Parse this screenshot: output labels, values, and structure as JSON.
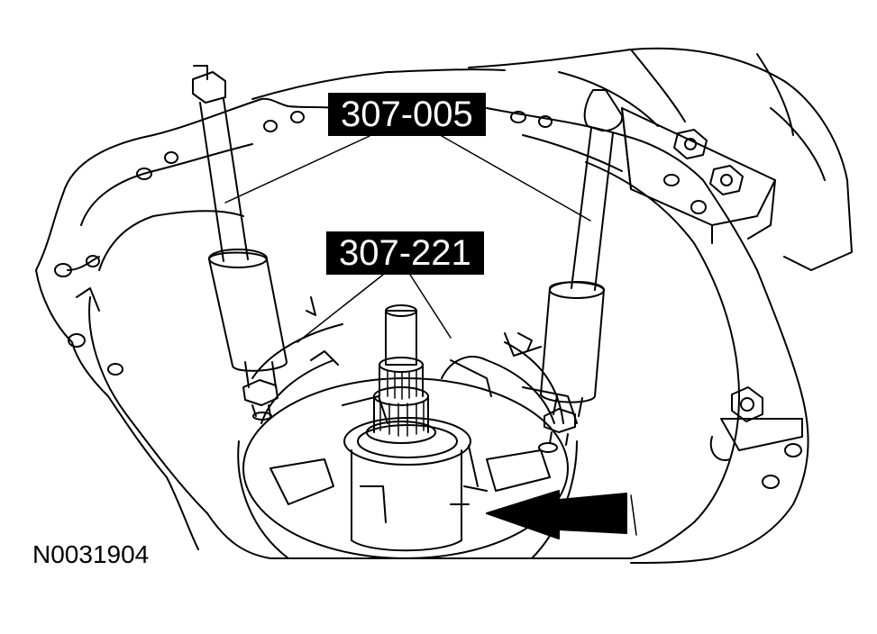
{
  "callouts": {
    "tool_top": "307-005",
    "tool_mid": "307-221"
  },
  "figure_id": "N0031904",
  "colors": {
    "ink": "#000000",
    "paper": "#ffffff"
  }
}
